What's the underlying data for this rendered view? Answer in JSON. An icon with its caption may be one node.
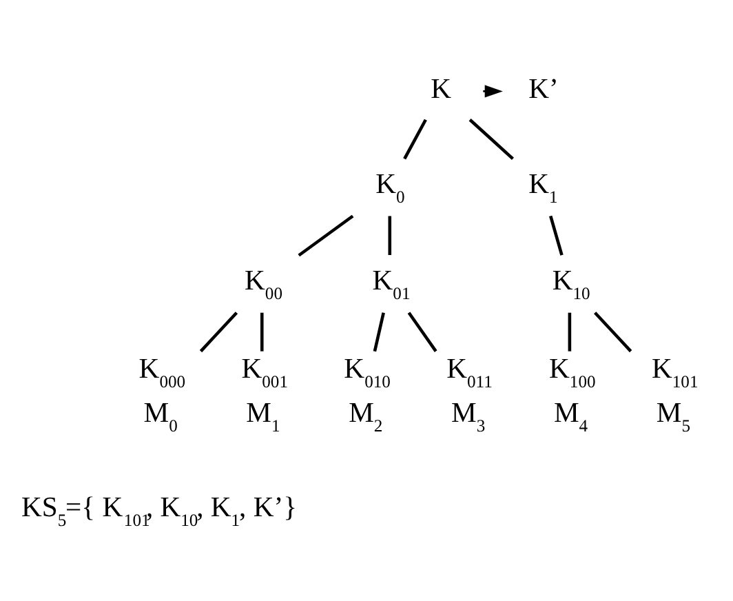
{
  "diagram": {
    "nodes": [
      {
        "text": [
          "K"
        ]
      },
      {
        "text": [
          "K’"
        ]
      },
      {
        "text": [
          "K$_{0}$"
        ]
      },
      {
        "text": [
          "K$_{1}$"
        ]
      },
      {
        "text": [
          "K$_{00}$"
        ]
      },
      {
        "text": [
          "K$_{01}$"
        ]
      },
      {
        "text": [
          "K$_{10}$"
        ]
      },
      {
        "text": [
          "K$_{000}$"
        ],
        "beside": [
          "M$_{0}$"
        ]
      },
      {
        "text": [
          "K$_{001}$"
        ],
        "beside": [
          "M$_{1}$"
        ]
      },
      {
        "text": [
          "K$_{010}$"
        ],
        "beside": [
          "M$_{2}$"
        ]
      },
      {
        "text": [
          "K$_{011}$"
        ],
        "beside": [
          "M$_{3}$"
        ]
      },
      {
        "text": [
          "K$_{100}$"
        ],
        "beside": [
          "M$_{4}$"
        ]
      },
      {
        "text": [
          "K$_{101}$"
        ],
        "beside": [
          "M$_{5}$"
        ]
      }
    ],
    "edges": [
      {
        "from": 0,
        "to": 1,
        "arrow": "to"
      },
      {
        "from": 0,
        "to": 2,
        "arrow": "none"
      },
      {
        "from": 0,
        "to": 3,
        "arrow": "none"
      },
      {
        "from": 2,
        "to": 4,
        "arrow": "none"
      },
      {
        "from": 2,
        "to": 5,
        "arrow": "none"
      },
      {
        "from": 3,
        "to": 6,
        "arrow": "none"
      },
      {
        "from": 4,
        "to": 7,
        "arrow": "none"
      },
      {
        "from": 4,
        "to": 8,
        "arrow": "none"
      },
      {
        "from": 5,
        "to": 9,
        "arrow": "none"
      },
      {
        "from": 5,
        "to": 10,
        "arrow": "none"
      },
      {
        "from": 6,
        "to": 11,
        "arrow": "none"
      },
      {
        "from": 6,
        "to": 12,
        "arrow": "none"
      }
    ],
    "labels": [
      "KS$_{5}$={ K$_{101}$, K$_{10}$, K$_{1}$, K’}"
    ]
  }
}
